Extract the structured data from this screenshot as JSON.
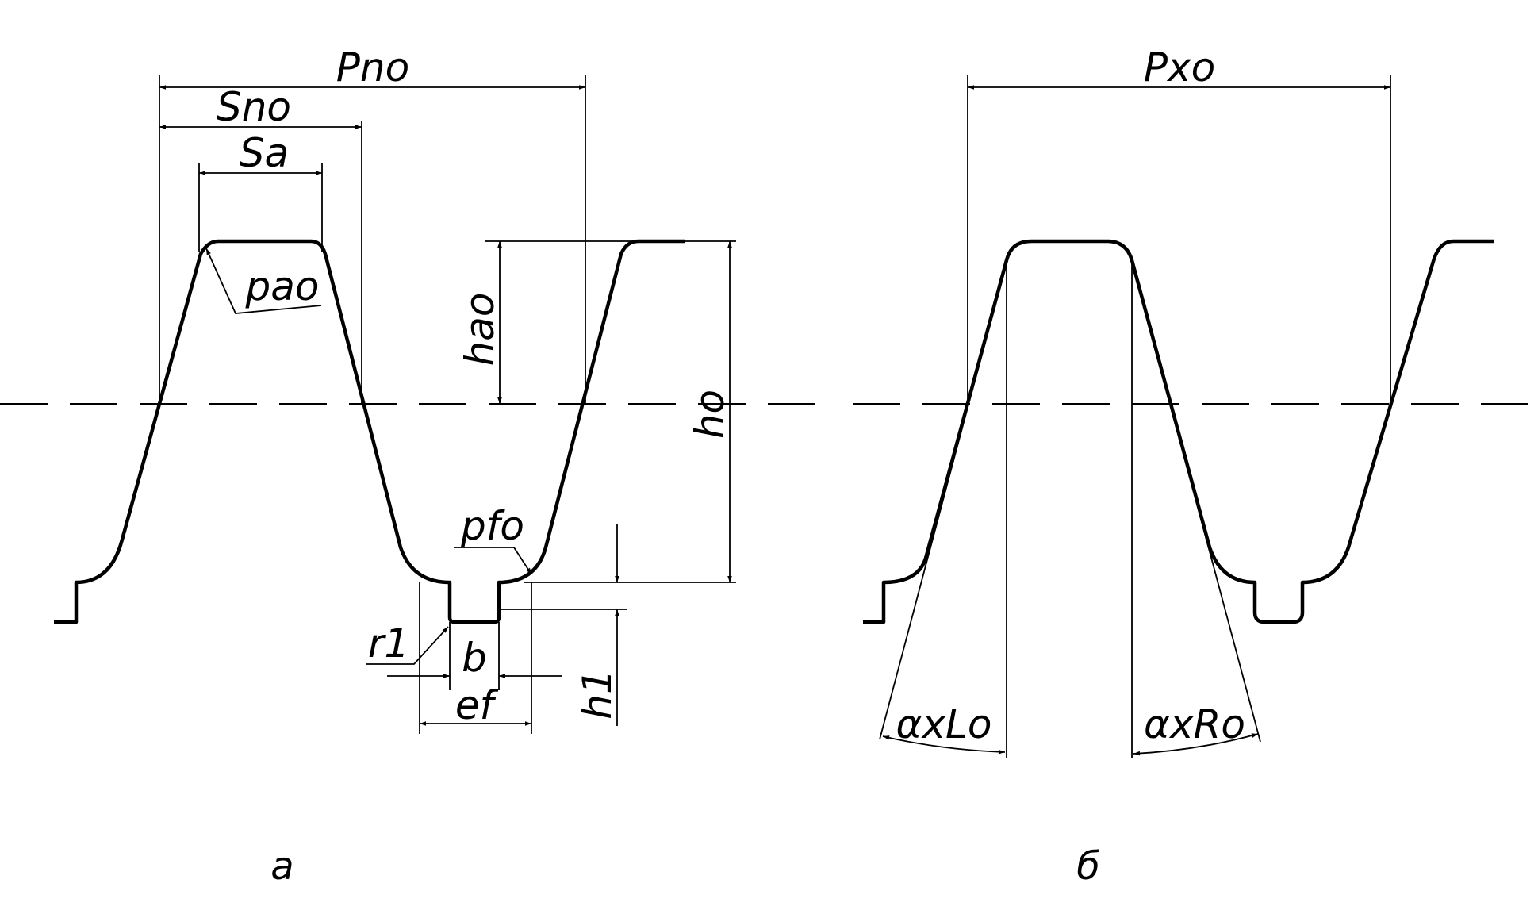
{
  "colors": {
    "ink": "#000000",
    "paper": "#ffffff"
  },
  "panel_a": {
    "caption": "а",
    "labels": {
      "pno": "Pno",
      "sno": "Sno",
      "sa": "Sa",
      "pao": "pao",
      "hao": "hao",
      "ho": "ho",
      "pfo": "pfo",
      "r1": "r1",
      "b": "b",
      "ef": "ef",
      "h1": "h1"
    }
  },
  "panel_b": {
    "caption": "б",
    "labels": {
      "pxo": "Pxo",
      "axlo": "αxLo",
      "axro": "αxRo"
    }
  }
}
